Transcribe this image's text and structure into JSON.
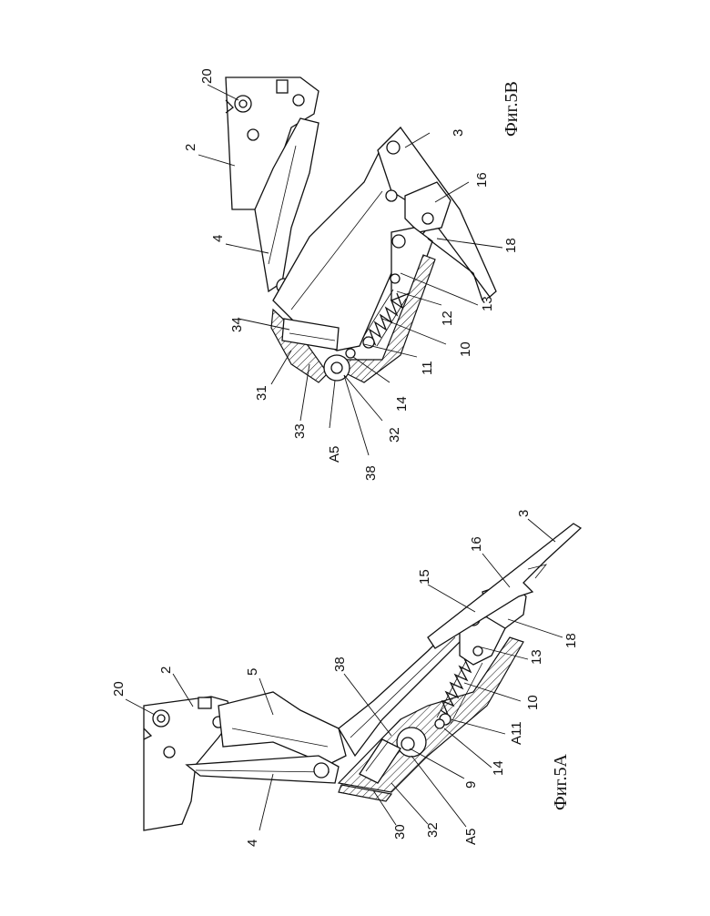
{
  "figure_a": {
    "caption": "Фиг.5А",
    "labels": {
      "l20": "20",
      "l2": "2",
      "l5": "5",
      "l4": "4",
      "l38": "38",
      "l15": "15",
      "l16": "16",
      "l3": "3",
      "l18": "18",
      "l13": "13",
      "l10": "10",
      "lA11": "A11",
      "l14": "14",
      "l9": "9",
      "lA5": "A5",
      "l32": "32",
      "l30": "30"
    }
  },
  "figure_b": {
    "caption": "Фиг.5В",
    "labels": {
      "l20": "20",
      "l2": "2",
      "l3": "3",
      "l16": "16",
      "l4": "4",
      "l18": "18",
      "l13": "13",
      "l12": "12",
      "l10": "10",
      "l11": "11",
      "l34": "34",
      "l31": "31",
      "l33": "33",
      "l14": "14",
      "l32": "32",
      "lA5": "A5",
      "l38": "38"
    }
  }
}
